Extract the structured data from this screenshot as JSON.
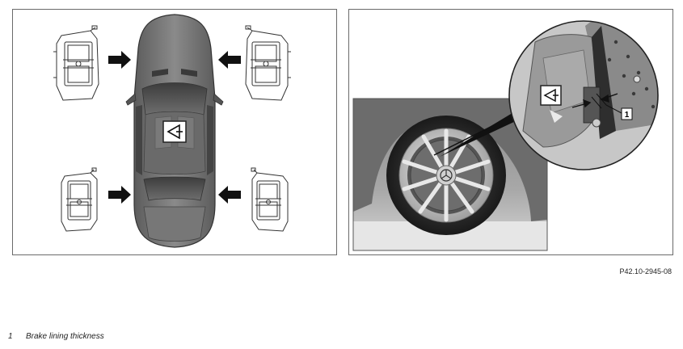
{
  "figure": {
    "code": "P42.10-2945-08",
    "callout_number": "1",
    "icons": {
      "left": "inspection-eye-icon",
      "right": "inspection-eye-icon"
    },
    "colors": {
      "car_body": "#7d7d7d",
      "line_art": "#3a3a3a",
      "border": "#6a6a6a"
    }
  },
  "legend": [
    {
      "number": "1",
      "text": "Brake lining thickness"
    }
  ]
}
